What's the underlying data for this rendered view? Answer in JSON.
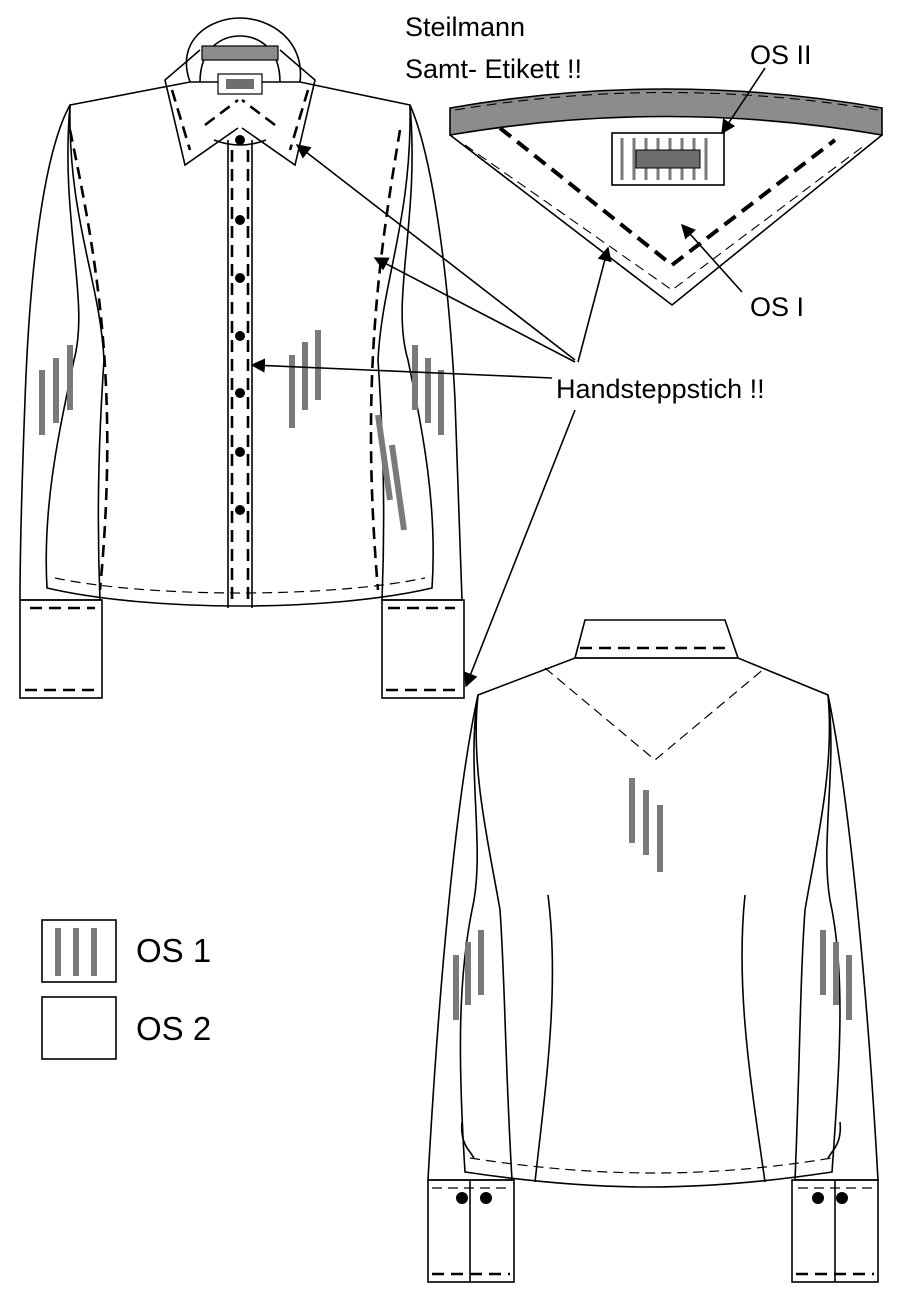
{
  "annotations": {
    "label_title_line1": "Steilmann",
    "label_title_line2": "Samt- Etikett !!",
    "label_os_ii": "OS II",
    "label_os_i": "OS I",
    "label_handsteppstich": "Handsteppstich !!"
  },
  "legend": {
    "items": [
      {
        "label": "OS 1",
        "pattern": "grey-stripes"
      },
      {
        "label": "OS 2",
        "pattern": "plain"
      }
    ]
  },
  "colors": {
    "line": "#000000",
    "stripe": "#7a7a7a",
    "tape": "#8c8c8c",
    "label_patch": "#6e6e6e",
    "background": "#ffffff"
  }
}
